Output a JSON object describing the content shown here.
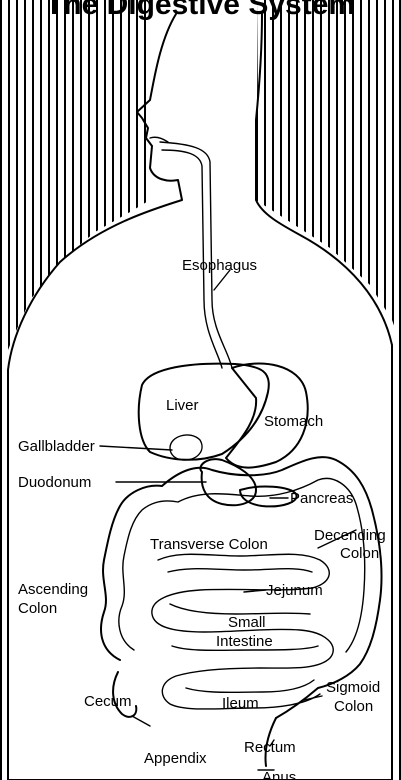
{
  "title": "The Digestive System",
  "labels": {
    "esophagus": "Esophagus",
    "liver": "Liver",
    "stomach": "Stomach",
    "gallbladder": "Gallbladder",
    "duodonum": "Duodonum",
    "pancreas": "Pancreas",
    "transverse_colon": "Transverse Colon",
    "decending_colon_1": "Decending",
    "decending_colon_2": "Colon",
    "ascending_colon_1": "Ascending",
    "ascending_colon_2": "Colon",
    "jejunum": "Jejunum",
    "small_intestine_1": "Small",
    "small_intestine_2": "Intestine",
    "cecum": "Cecum",
    "ileum": "Ileum",
    "sigmoid_colon_1": "Sigmoid",
    "sigmoid_colon_2": "Colon",
    "appendix": "Appendix",
    "rectum": "Rectum",
    "anus": "Anus"
  }
}
